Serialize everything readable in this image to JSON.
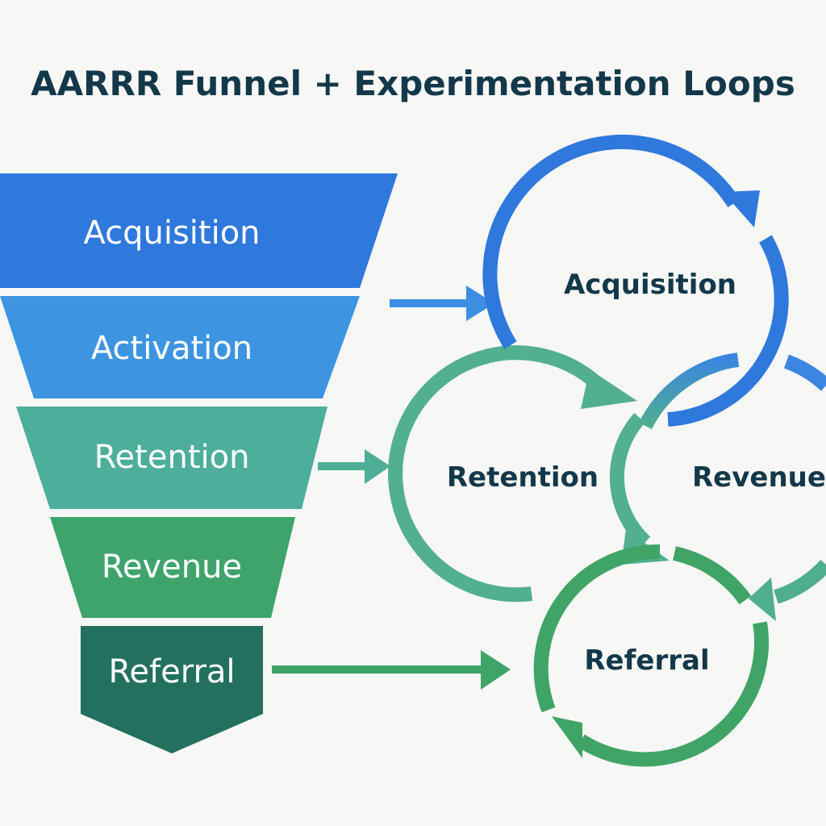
{
  "title": "AARRR Funnel + Experimentation Loops",
  "funnel": {
    "stages": [
      {
        "label": "Acquisition"
      },
      {
        "label": "Activation"
      },
      {
        "label": "Retention"
      },
      {
        "label": "Revenue"
      },
      {
        "label": "Referral"
      }
    ]
  },
  "loops": {
    "acquisition": {
      "label": "Acquisition"
    },
    "retention": {
      "label": "Retention"
    },
    "revenue": {
      "label": "Revenue"
    },
    "referral": {
      "label": "Referral"
    }
  },
  "colors": {
    "background": "#f7f7f5",
    "title": "#13384a",
    "stage_acquisition": "#2f78dc",
    "stage_activation": "#3d95e2",
    "stage_retention": "#4dae9c",
    "stage_revenue": "#3fa46c",
    "stage_referral": "#23705e",
    "stage_text": "#ffffff",
    "loop_text": "#13384a",
    "blue_arrow": "#3c8fe0",
    "teal_arrow": "#4fae96",
    "green_arrow": "#3fa468",
    "blue_loop": "#2f78dc",
    "teal_loop": "#52b08f",
    "green_loop": "#40a466"
  }
}
